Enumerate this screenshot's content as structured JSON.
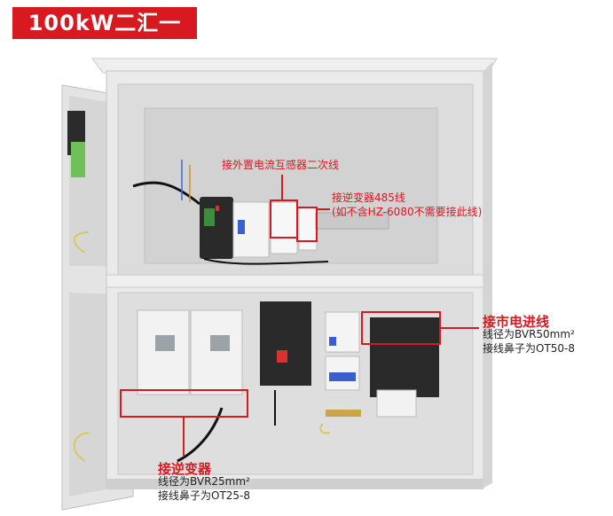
{
  "title": "100kW二汇一",
  "annotations": {
    "ct_secondary": "接外置电流互感器二次线",
    "inverter_485": "接逆变器485线",
    "inverter_485_note": "(如不含HZ-6080不需要接此线)",
    "grid_in": {
      "label": "接市电进线",
      "wire": "线径为BVR50mm²",
      "lug": "接线鼻子为OT50-8"
    },
    "inverter_in": {
      "label": "接逆变器",
      "wire": "线径为BVR25mm²",
      "lug": "接线鼻子为OT25-8"
    }
  },
  "colors": {
    "accent": "#d71920",
    "cabinet": "#e6e6e6",
    "backplate": "#d9d9d9"
  }
}
